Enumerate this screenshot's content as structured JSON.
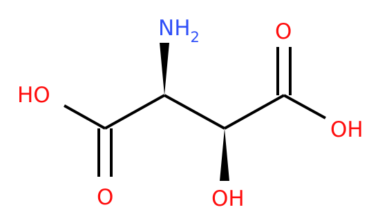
{
  "molecule": {
    "atoms": {
      "nh2": {
        "main": "NH",
        "subscript": "2",
        "color": "#3050f8"
      },
      "oh_left": {
        "label": "HO",
        "color": "#ff0d0d"
      },
      "o_left": {
        "label": "O",
        "color": "#ff0d0d"
      },
      "oh_middle": {
        "label": "OH",
        "color": "#ff0d0d"
      },
      "o_right": {
        "label": "O",
        "color": "#ff0d0d"
      },
      "oh_right": {
        "label": "OH",
        "color": "#ff0d0d"
      }
    },
    "bond_color": "#000000"
  }
}
